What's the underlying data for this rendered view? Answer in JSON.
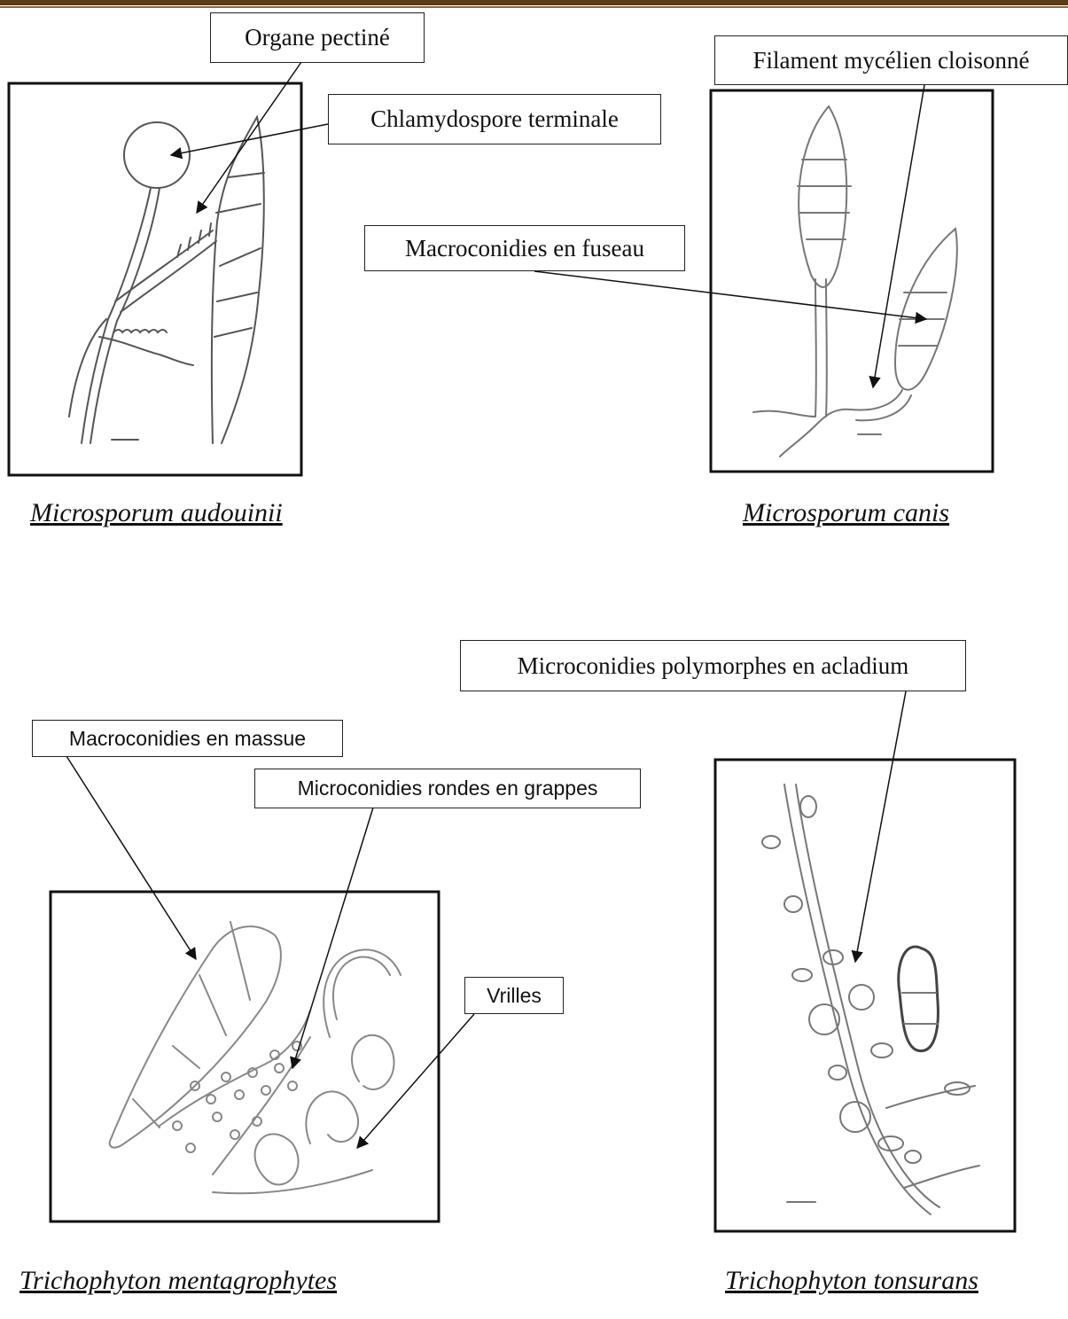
{
  "colors": {
    "header_bar": "#5a3b1a",
    "ink": "#111111",
    "sketch": "#555555"
  },
  "panels": [
    {
      "caption": "Microsporum audouinii",
      "labels": [
        "Organe pectiné",
        "Chlamydospore terminale"
      ]
    },
    {
      "caption": "Microsporum canis",
      "labels": [
        "Filament mycélien cloisonné",
        "Macroconidies en fuseau"
      ]
    },
    {
      "caption": "Trichophyton mentagrophytes",
      "labels": [
        "Macroconidies en massue",
        "Microconidies rondes en grappes",
        "Vrilles"
      ]
    },
    {
      "caption": "Trichophyton tonsurans",
      "labels": [
        "Microconidies polymorphes en acladium"
      ]
    }
  ]
}
